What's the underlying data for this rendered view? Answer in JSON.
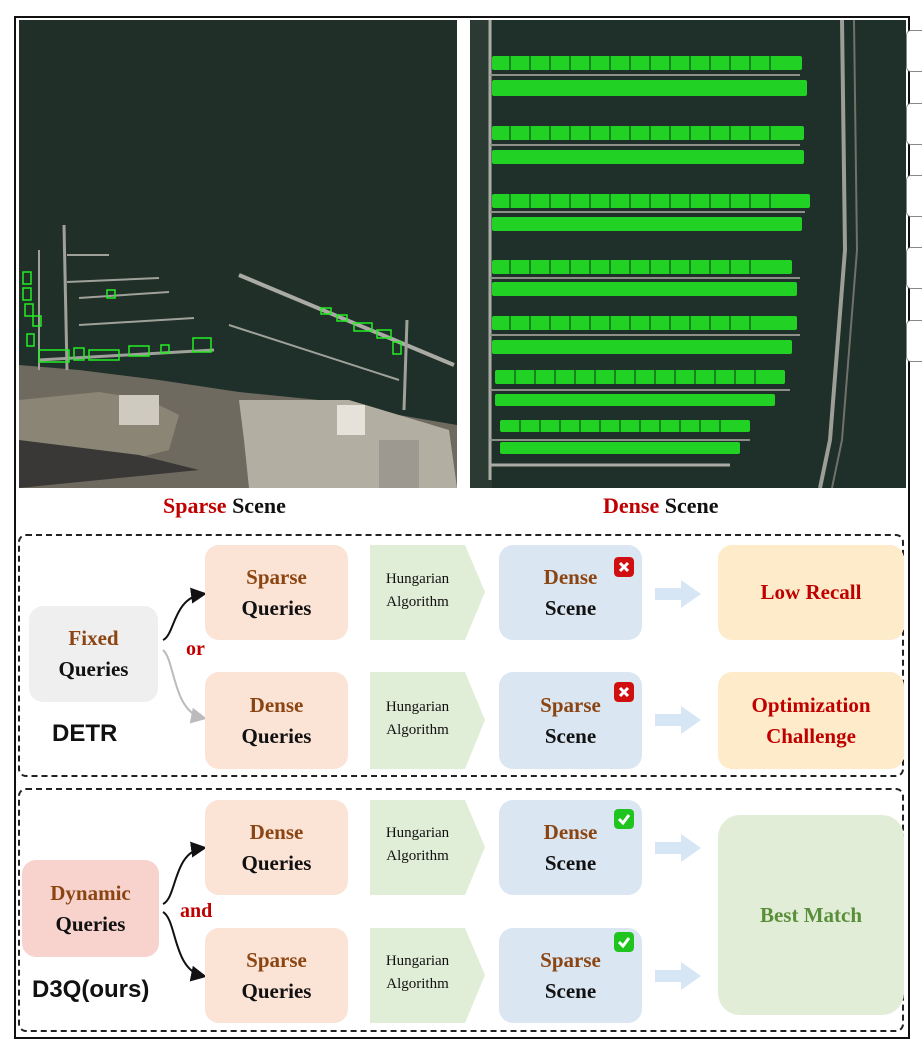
{
  "captions": {
    "sparse_scene_a": "Sparse",
    "sparse_scene_b": " Scene",
    "dense_scene_a": "Dense",
    "dense_scene_b": " Scene"
  },
  "detr": {
    "input_line1": "Fixed",
    "input_line2": "Queries",
    "method_label": "DETR",
    "connector": "or",
    "rows": [
      {
        "query_line1": "Sparse",
        "query_line2": "Queries",
        "algo_line1": "Hungarian",
        "algo_line2": "Algorithm",
        "scene_line1": "Dense",
        "scene_line2": "Scene",
        "status": "cross",
        "result_line1": "Low Recall",
        "result_line2": ""
      },
      {
        "query_line1": "Dense",
        "query_line2": "Queries",
        "algo_line1": "Hungarian",
        "algo_line2": "Algorithm",
        "scene_line1": "Sparse",
        "scene_line2": "Scene",
        "status": "cross",
        "result_line1": "Optimization",
        "result_line2": "Challenge"
      }
    ]
  },
  "d3q": {
    "input_line1": "Dynamic",
    "input_line2": "Queries",
    "method_label": "D3Q(ours)",
    "connector": "and",
    "result": "Best Match",
    "rows": [
      {
        "query_line1": "Dense",
        "query_line2": "Queries",
        "algo_line1": "Hungarian",
        "algo_line2": "Algorithm",
        "scene_line1": "Dense",
        "scene_line2": "Scene",
        "status": "check"
      },
      {
        "query_line1": "Sparse",
        "query_line2": "Queries",
        "algo_line1": "Hungarian",
        "algo_line2": "Algorithm",
        "scene_line1": "Sparse",
        "scene_line2": "Scene",
        "status": "check"
      }
    ]
  },
  "colors": {
    "highlight_red": "#c00000",
    "query_brown": "#8b4513",
    "detection_box_green": "#22ee22",
    "water": "#1f2f29",
    "best_match_text": "#5a8f3a",
    "low_recall_text": "#c00000"
  },
  "icons": {
    "fail": "red-cross-icon",
    "pass": "green-check-icon",
    "flow": "arrow-right-icon"
  }
}
